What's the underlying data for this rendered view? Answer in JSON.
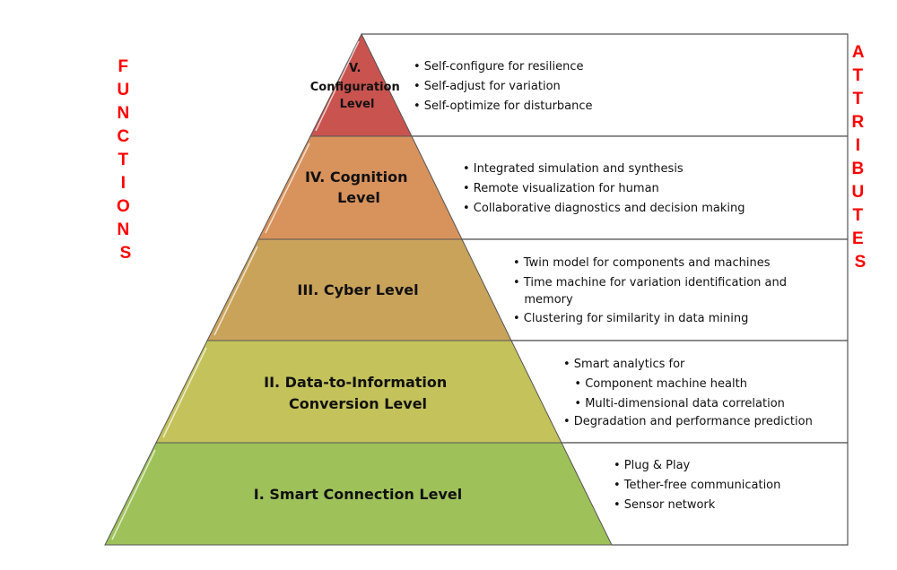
{
  "functions_label": [
    "F",
    "U",
    "N",
    "C",
    "T",
    "I",
    "O",
    "N",
    "S"
  ],
  "attributes_label": [
    "A",
    "T",
    "T",
    "R",
    "I",
    "B",
    "U",
    "T",
    "E",
    "S"
  ],
  "levels": [
    {
      "name_lines": [
        "V.",
        "Configuration",
        "Level"
      ],
      "color": "#c9534f",
      "attributes": [
        "• Self-configure for resilience",
        "• Self-adjust for variation",
        "• Self-optimize for disturbance"
      ]
    },
    {
      "name_lines": [
        "IV. Cognition",
        "Level"
      ],
      "color": "#d8925c",
      "attributes": [
        "• Integrated simulation and synthesis",
        "• Remote visualization for human",
        "• Collaborative diagnostics and decision making"
      ]
    },
    {
      "name_lines": [
        "III. Cyber Level"
      ],
      "color": "#caa35b",
      "attributes": [
        "• Twin model for components and machines",
        "• Time machine for variation identification and",
        "   memory",
        "• Clustering for similarity in data mining"
      ]
    },
    {
      "name_lines": [
        "II. Data-to-Information",
        "Conversion Level"
      ],
      "color": "#c4c25b",
      "attributes": [
        "• Smart analytics for",
        "   • Component machine health",
        "   • Multi-dimensional data correlation",
        "• Degradation and performance prediction"
      ]
    },
    {
      "name_lines": [
        "I. Smart Connection Level"
      ],
      "color": "#9fc15a",
      "attributes": [
        "• Plug & Play",
        "• Tether-free communication",
        "• Sensor network"
      ]
    }
  ]
}
